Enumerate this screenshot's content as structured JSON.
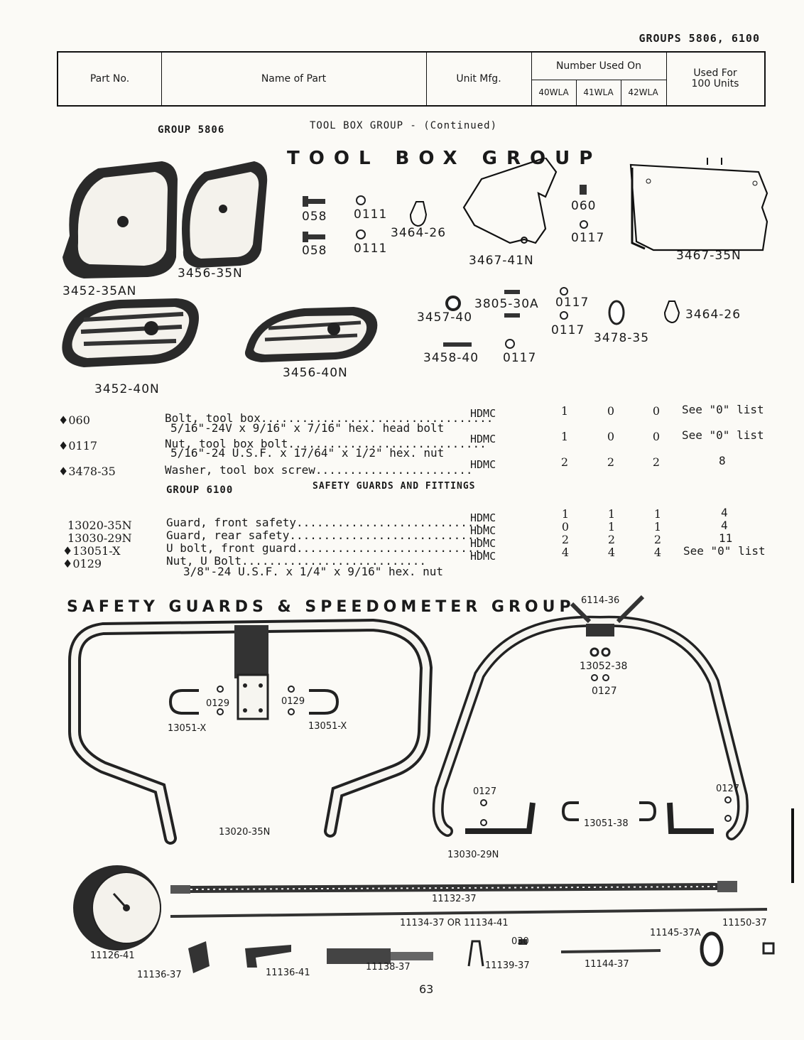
{
  "page": {
    "groups_line": "GROUPS 5806, 6100",
    "page_number": "63"
  },
  "header": {
    "part_no": "Part No.",
    "name_of_part": "Name of Part",
    "unit_mfg": "Unit Mfg.",
    "number_used_on": "Number Used On",
    "models": [
      "40WLA",
      "41WLA",
      "42WLA"
    ],
    "used_for_line1": "Used For",
    "used_for_line2": "100 Units"
  },
  "group5806": {
    "group_label": "GROUP 5806",
    "continued_label": "TOOL BOX GROUP - (Continued)",
    "illustration_title": "TOOL BOX GROUP",
    "labels": {
      "l3452_35AN": "3452-35AN",
      "l3456_35N": "3456-35N",
      "l058a": "058",
      "l058b": "058",
      "l0111a": "0111",
      "l0111b": "0111",
      "l3464_26a": "3464-26",
      "l3467_41N": "3467-41N",
      "l060": "060",
      "l0117a": "0117",
      "l3467_35N": "3467-35N",
      "l3452_40N": "3452-40N",
      "l3456_40N": "3456-40N",
      "l3457_40": "3457-40",
      "l3805_30A": "3805-30A",
      "l0117b": "0117",
      "l0117c": "0117",
      "l3478_35": "3478-35",
      "l3464_26b": "3464-26",
      "l3458_40": "3458-40",
      "l0117d": "0117"
    },
    "rows": [
      {
        "part": "♦060",
        "name": "Bolt, tool box..................................",
        "mfg": "HDMC",
        "q40": "1",
        "q41": "0",
        "q42": "0",
        "per100": "See \"0\" list",
        "spec": "5/16\"-24V x 9/16\" x 7/16\" hex. head bolt"
      },
      {
        "part": "♦0117",
        "name": "Nut, tool box bolt.............................",
        "mfg": "HDMC",
        "q40": "1",
        "q41": "0",
        "q42": "0",
        "per100": "See \"0\" list",
        "spec": "5/16\"-24 U.S.F. x 17/64\" x 1/2\" hex. nut"
      },
      {
        "part": "♦3478-35",
        "name": "Washer, tool box screw.......................",
        "mfg": "HDMC",
        "q40": "2",
        "q41": "2",
        "q42": "2",
        "per100": "8",
        "spec": ""
      }
    ]
  },
  "group6100": {
    "group_label": "GROUP 6100",
    "title": "SAFETY GUARDS AND FITTINGS",
    "illustration_title": "SAFETY GUARDS & SPEEDOMETER GROUP",
    "rows": [
      {
        "part": "13020-35N",
        "name": "Guard, front safety............................",
        "mfg": "HDMC",
        "q40": "1",
        "q41": "1",
        "q42": "1",
        "per100": "4"
      },
      {
        "part": "13030-29N",
        "name": "Guard, rear safety.............................",
        "mfg": "HDMC",
        "q40": "0",
        "q41": "1",
        "q42": "1",
        "per100": "4"
      },
      {
        "part": "♦13051-X",
        "name": "U bolt, front guard............................",
        "mfg": "HDMC",
        "q40": "2",
        "q41": "2",
        "q42": "2",
        "per100": "11"
      },
      {
        "part": "♦0129",
        "name": "Nut, U Bolt...........................",
        "mfg": "HDMC",
        "q40": "4",
        "q41": "4",
        "q42": "4",
        "per100": "See \"0\" list"
      }
    ],
    "nut_spec": "3/8\"-24 U.S.F. x 1/4\" x 9/16\" hex. nut",
    "labels": {
      "l6114_36": "6114-36",
      "l13052_38": "13052-38",
      "l0127a": "0127",
      "l0129a": "0129",
      "l0129b": "0129",
      "l13051_Xa": "13051-X",
      "l13051_Xb": "13051-X",
      "l13020_35N": "13020-35N",
      "l0127b": "0127",
      "l0127c": "0127",
      "l13051_38": "13051-38",
      "l13030_29N": "13030-29N",
      "l11132_37": "11132-37",
      "l11134": "11134-37 OR 11134-41",
      "l11145_37A": "11145-37A",
      "l11150_37": "11150-37",
      "l11126_41": "11126-41",
      "l030": "030",
      "l11136_37": "11136-37",
      "l11136_41": "11136-41",
      "l11138_37": "11138-37",
      "l11139_37": "11139-37",
      "l11144_37": "11144-37"
    }
  },
  "colors": {
    "ink": "#1a1a1a",
    "paper": "#fbfaf6"
  }
}
